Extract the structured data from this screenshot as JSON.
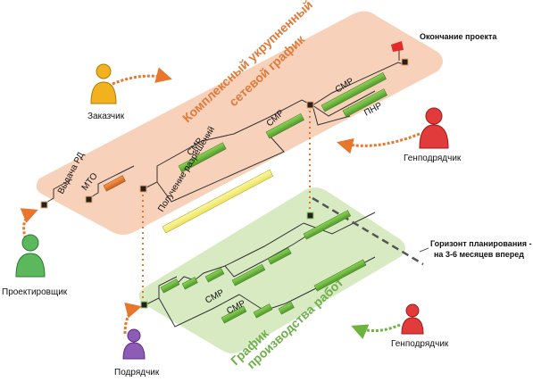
{
  "top_plane": {
    "title_line1": "Комплексный укрупненный",
    "title_line2": "сетевой график",
    "tasks": {
      "rd": "Выдача РД",
      "mto": "МТО",
      "permits": "Получение разрешений",
      "smr1": "СМР",
      "smr2": "СМР",
      "smr3": "СМР",
      "pnr": "ПНР"
    },
    "milestone_end": "Окончание проекта"
  },
  "bottom_plane": {
    "title_line1": "График",
    "title_line2": "производства работ",
    "smr_a": "СМР",
    "smr_b": "СМР",
    "horizon_line1": "Горизонт планирования -",
    "horizon_line2": "на 3-6 месяцев вперед"
  },
  "actors": {
    "customer": "Заказчик",
    "general_contractor_top": "Генподрядчик",
    "designer": "Проектировщик",
    "subcontractor": "Подрядчик",
    "general_contractor_bottom": "Генподрядчик"
  },
  "colors": {
    "top_plane": "#f7cdb4",
    "bottom_plane": "#d6e9bf",
    "bar_green": "#6cb33f",
    "bar_orange": "#e8762c",
    "bar_yellow": "#f5f07a",
    "arrow": "#e8762c",
    "arrow_green": "#6cb33f",
    "customer": "#f2b21e",
    "general_contractor": "#e23b3b",
    "designer": "#5cb85c",
    "subcontractor": "#8e5bb6",
    "flag": "#e02b2b"
  }
}
